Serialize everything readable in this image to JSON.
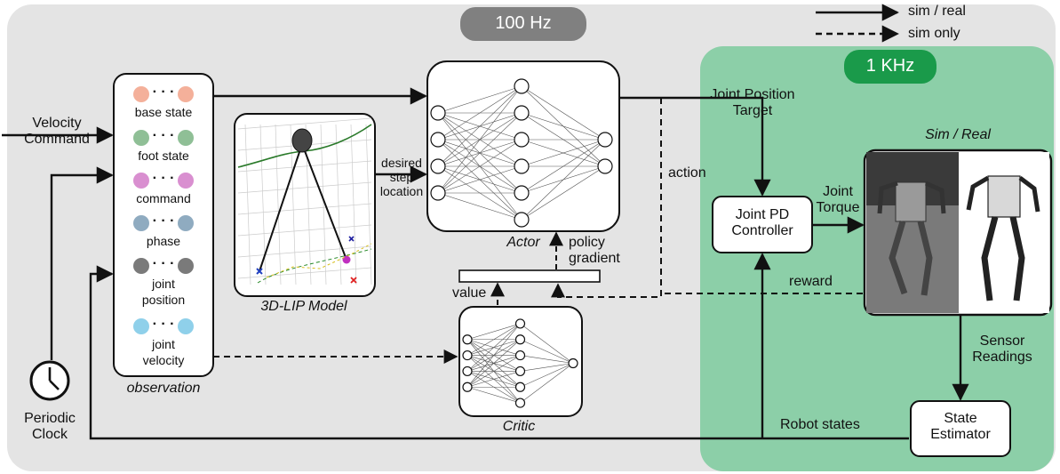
{
  "regions": {
    "outer_rate": "100 Hz",
    "inner_rate": "1 KHz"
  },
  "legend": {
    "solid": "sim / real",
    "dashed": "sim only"
  },
  "inputs": {
    "velocity_command": [
      "Velocity",
      "Command"
    ],
    "periodic_clock": [
      "Periodic",
      "Clock"
    ]
  },
  "observation": {
    "caption": "observation",
    "dots": "· · ·",
    "items": [
      {
        "label": [
          "base state"
        ],
        "color": "#f4b09a"
      },
      {
        "label": [
          "foot state"
        ],
        "color": "#8fbf96"
      },
      {
        "label": [
          "command"
        ],
        "color": "#d98fd0"
      },
      {
        "label": [
          "phase"
        ],
        "color": "#8fabc0"
      },
      {
        "label": [
          "joint",
          "position"
        ],
        "color": "#7a7a7a"
      },
      {
        "label": [
          "joint",
          "velocity"
        ],
        "color": "#8fd0ea"
      }
    ]
  },
  "lip_model": {
    "caption": "3D-LIP Model"
  },
  "desired_step": [
    "desired",
    "step",
    "location"
  ],
  "actor": {
    "caption": "Actor",
    "layers": [
      4,
      6,
      2
    ]
  },
  "critic": {
    "caption": "Critic",
    "layers": [
      4,
      6,
      1
    ]
  },
  "policy_gradient": [
    "policy",
    "gradient"
  ],
  "value_label": "value",
  "action_label": "action",
  "reward_label": "reward",
  "joint_target": [
    "Joint Position",
    "Target"
  ],
  "pd_controller": [
    "Joint PD",
    "Controller"
  ],
  "joint_torque": [
    "Joint",
    "Torque"
  ],
  "sim_real": "Sim / Real",
  "sensor_readings": [
    "Sensor",
    "Readings"
  ],
  "robot_states": "Robot states",
  "state_estimator": [
    "State",
    "Estimator"
  ],
  "colors": {
    "outer_bg": "#e4e4e4",
    "inner_bg": "#8ccfa8",
    "pill_100hz": "#808080",
    "pill_1khz": "#1a9a4a"
  }
}
